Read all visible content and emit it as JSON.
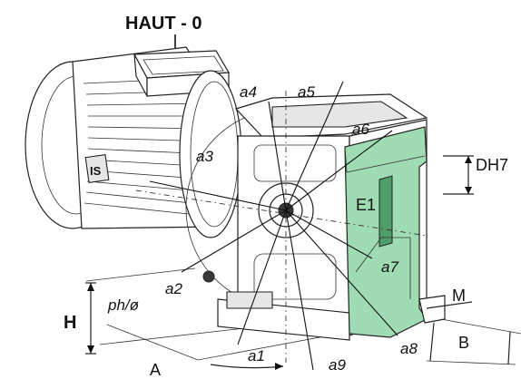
{
  "title": "HAUT - 0",
  "labels": {
    "a1": "a1",
    "a2": "a2",
    "a3": "a3",
    "a4": "a4",
    "a5": "a5",
    "a6": "a6",
    "a7": "a7",
    "a8": "a8",
    "a9": "a9",
    "e1": "E1",
    "dh7": "DH7",
    "h": "H",
    "a": "A",
    "b": "B",
    "m": "M",
    "ph": "ph/ø"
  },
  "colors": {
    "arm_fill": "#9fdcb4",
    "ink": "#222222"
  }
}
